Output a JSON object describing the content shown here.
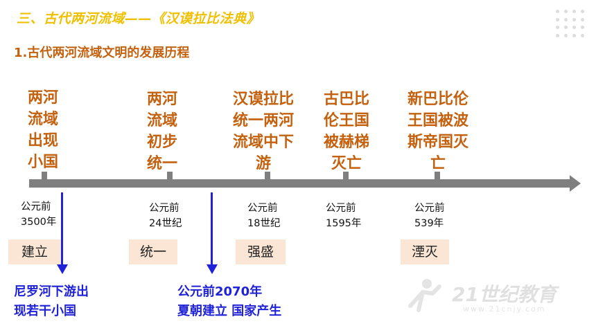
{
  "header": {
    "title": "三、古代两河流域——《汉谟拉比法典》"
  },
  "subtitle": "1.古代两河流域文明的发展历程",
  "events": [
    {
      "label": "两河流域出现小国",
      "date_line1": "公元前",
      "date_line2": "3500年"
    },
    {
      "label": "两河流域初步统一",
      "date_line1": "公元前",
      "date_line2": "24世纪"
    },
    {
      "label": "汉谟拉比统一两河流域中下游",
      "date_line1": "公元前",
      "date_line2": "18世纪"
    },
    {
      "label": "古巴比伦王国被赫梯灭亡",
      "date_line1": "公元前",
      "date_line2": "1595年"
    },
    {
      "label": "新巴比伦王国被波斯帝国灭亡",
      "date_line1": "公元前",
      "date_line2": "539年"
    }
  ],
  "stages": [
    "建立",
    "统一",
    "强盛",
    "湮灭"
  ],
  "notes": [
    {
      "line1": "尼罗河下游出",
      "line2": "现若干小国"
    },
    {
      "line1": "公元前2070年",
      "line2": "夏朝建立  国家产生"
    }
  ],
  "watermark": {
    "text": "21世纪教育",
    "url_text": "www.21cnjy.com"
  },
  "colors": {
    "header": "#f0c000",
    "accent": "#c4610f",
    "axis": "#7f7f7f",
    "note": "#1f22d6",
    "tag_bg": "#fbe6d6"
  }
}
